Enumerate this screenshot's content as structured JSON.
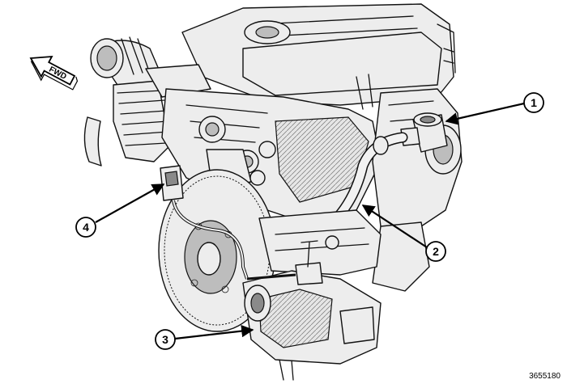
{
  "direction_label": "FWD",
  "callouts": [
    {
      "id": "1",
      "label": "1"
    },
    {
      "id": "2",
      "label": "2"
    },
    {
      "id": "3",
      "label": "3"
    },
    {
      "id": "4",
      "label": "4"
    }
  ],
  "figure_code": "3655180"
}
